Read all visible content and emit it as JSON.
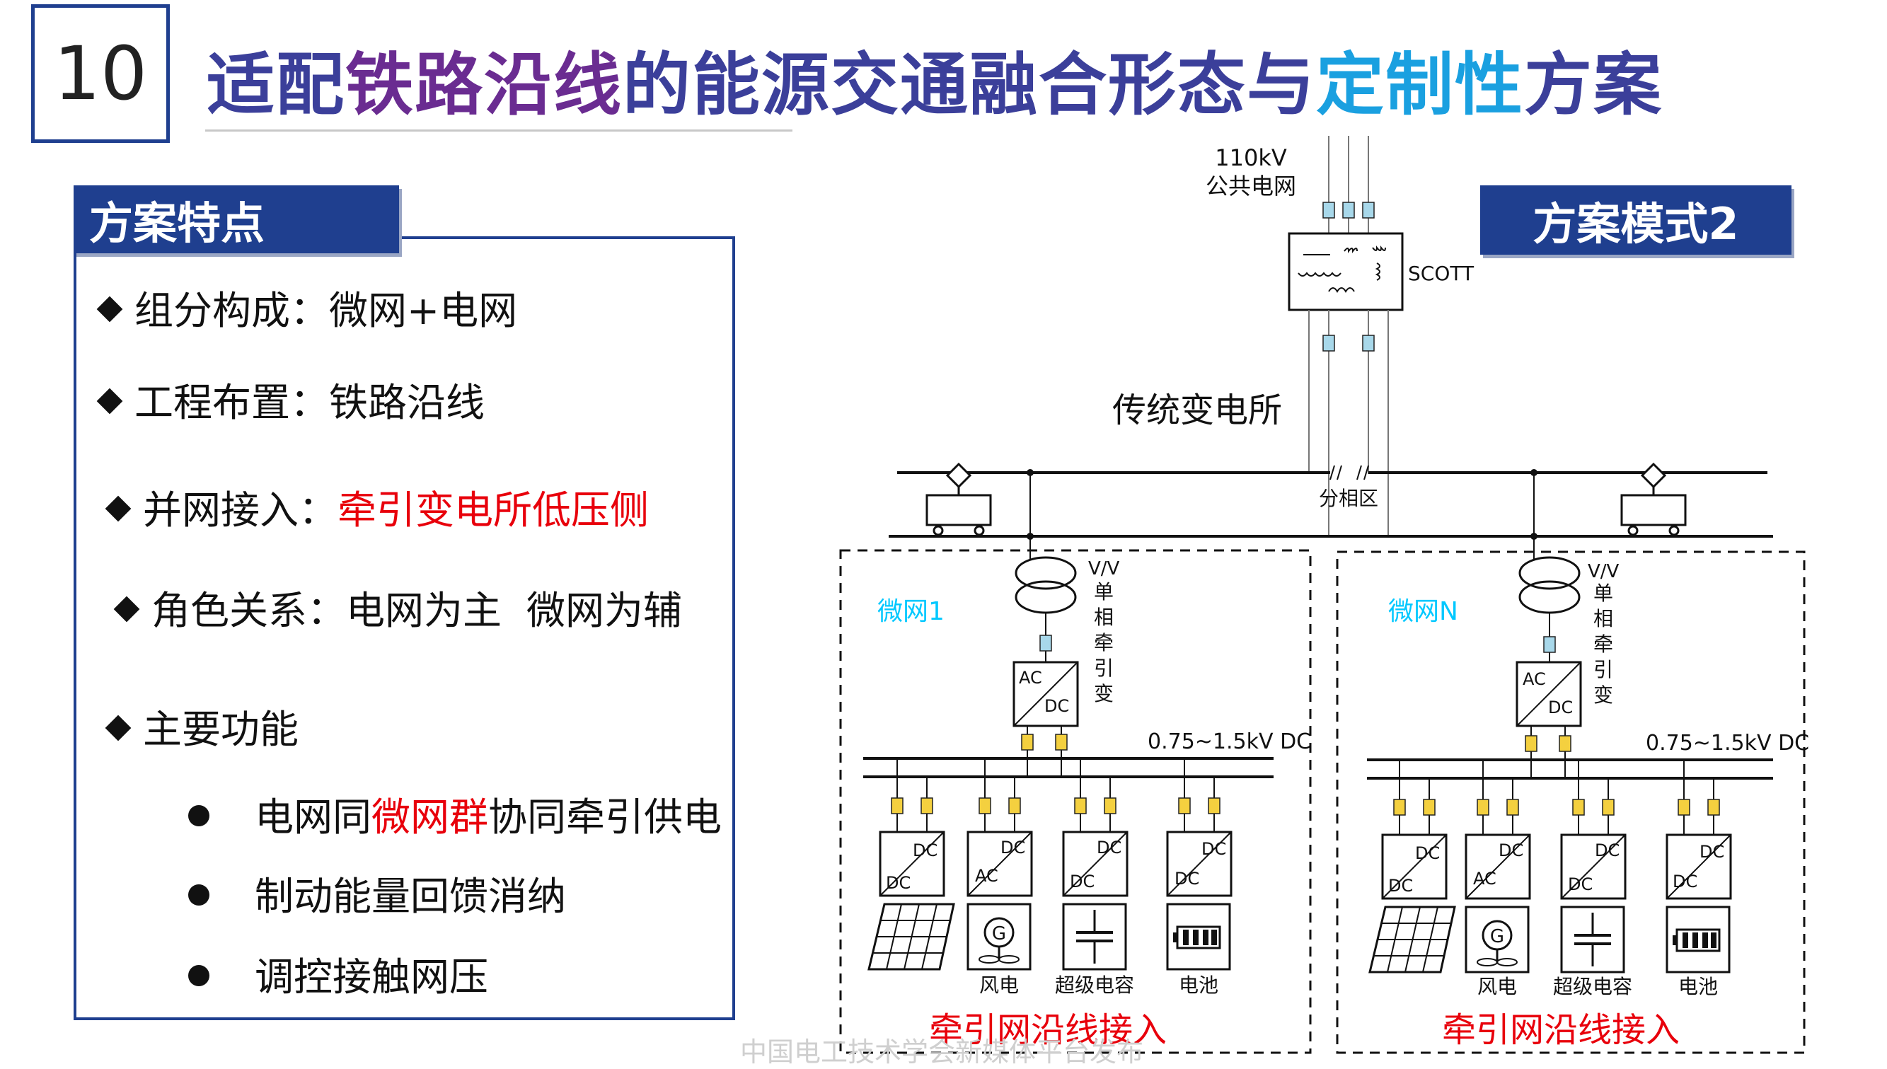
{
  "slide_number": "10",
  "title": {
    "part1": "适配",
    "part2": "铁路沿线",
    "part3": "的能源交通融合形态与",
    "part4": "定制性",
    "part5": "方案"
  },
  "features": {
    "header": "方案特点",
    "items": [
      {
        "label": "组分构成：",
        "value": "微网+电网"
      },
      {
        "label": "工程布置：",
        "value": "铁路沿线"
      },
      {
        "label": "并网接入：",
        "value": "牵引变电所低压侧"
      },
      {
        "label": "角色关系：",
        "value": "电网为主  微网为辅"
      },
      {
        "label": "主要功能",
        "value": ""
      }
    ],
    "sub_items": [
      {
        "pre": "电网同",
        "highlight": "微网群",
        "post": "协同牵引供电"
      },
      {
        "text": "制动能量回馈消纳"
      },
      {
        "text": "调控接触网压"
      }
    ]
  },
  "mode_header": "方案模式2",
  "diagram": {
    "grid_label_1": "110kV",
    "grid_label_2": "公共电网",
    "scott_label": "SCOTT",
    "substation_label": "传统变电所",
    "phase_zone_label": "分相区",
    "microgrid_1": "微网1",
    "microgrid_n": "微网N",
    "vv_label": "V/V",
    "traction_transformer_label": [
      "单",
      "相",
      "牵",
      "引",
      "变"
    ],
    "ac_label": "AC",
    "dc_label": "DC",
    "dc_bus_label": "0.75~1.5kV DC",
    "wind_label": "风电",
    "supercap_label": "超级电容",
    "battery_label": "电池",
    "access_label": "牵引网沿线接入"
  },
  "colors": {
    "navy": "#1f3f8f",
    "red": "#e8000b",
    "cyan": "#00c8ff",
    "breaker_teal": "#a8d8ea",
    "breaker_yellow": "#f4d03f"
  },
  "watermark": "中国电工技术学会新媒体平台发布"
}
